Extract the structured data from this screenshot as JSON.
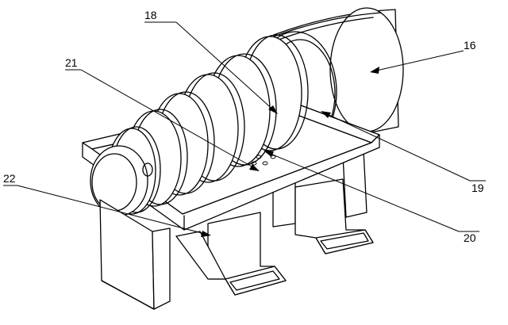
{
  "callouts": [
    {
      "id": "16",
      "text": "16"
    },
    {
      "id": "18",
      "text": "18"
    },
    {
      "id": "19",
      "text": "19"
    },
    {
      "id": "20",
      "text": "20"
    },
    {
      "id": "21",
      "text": "21"
    },
    {
      "id": "22",
      "text": "22"
    }
  ]
}
